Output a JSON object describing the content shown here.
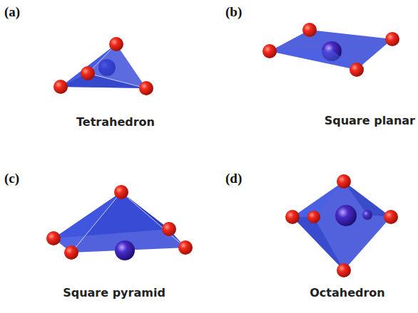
{
  "diagram": {
    "labels": [
      "(a)",
      "Tetrahedron",
      "(b)",
      "Square planar",
      "(c)",
      "Square pyramid",
      "(d)",
      "Octahedron"
    ]
  }
}
